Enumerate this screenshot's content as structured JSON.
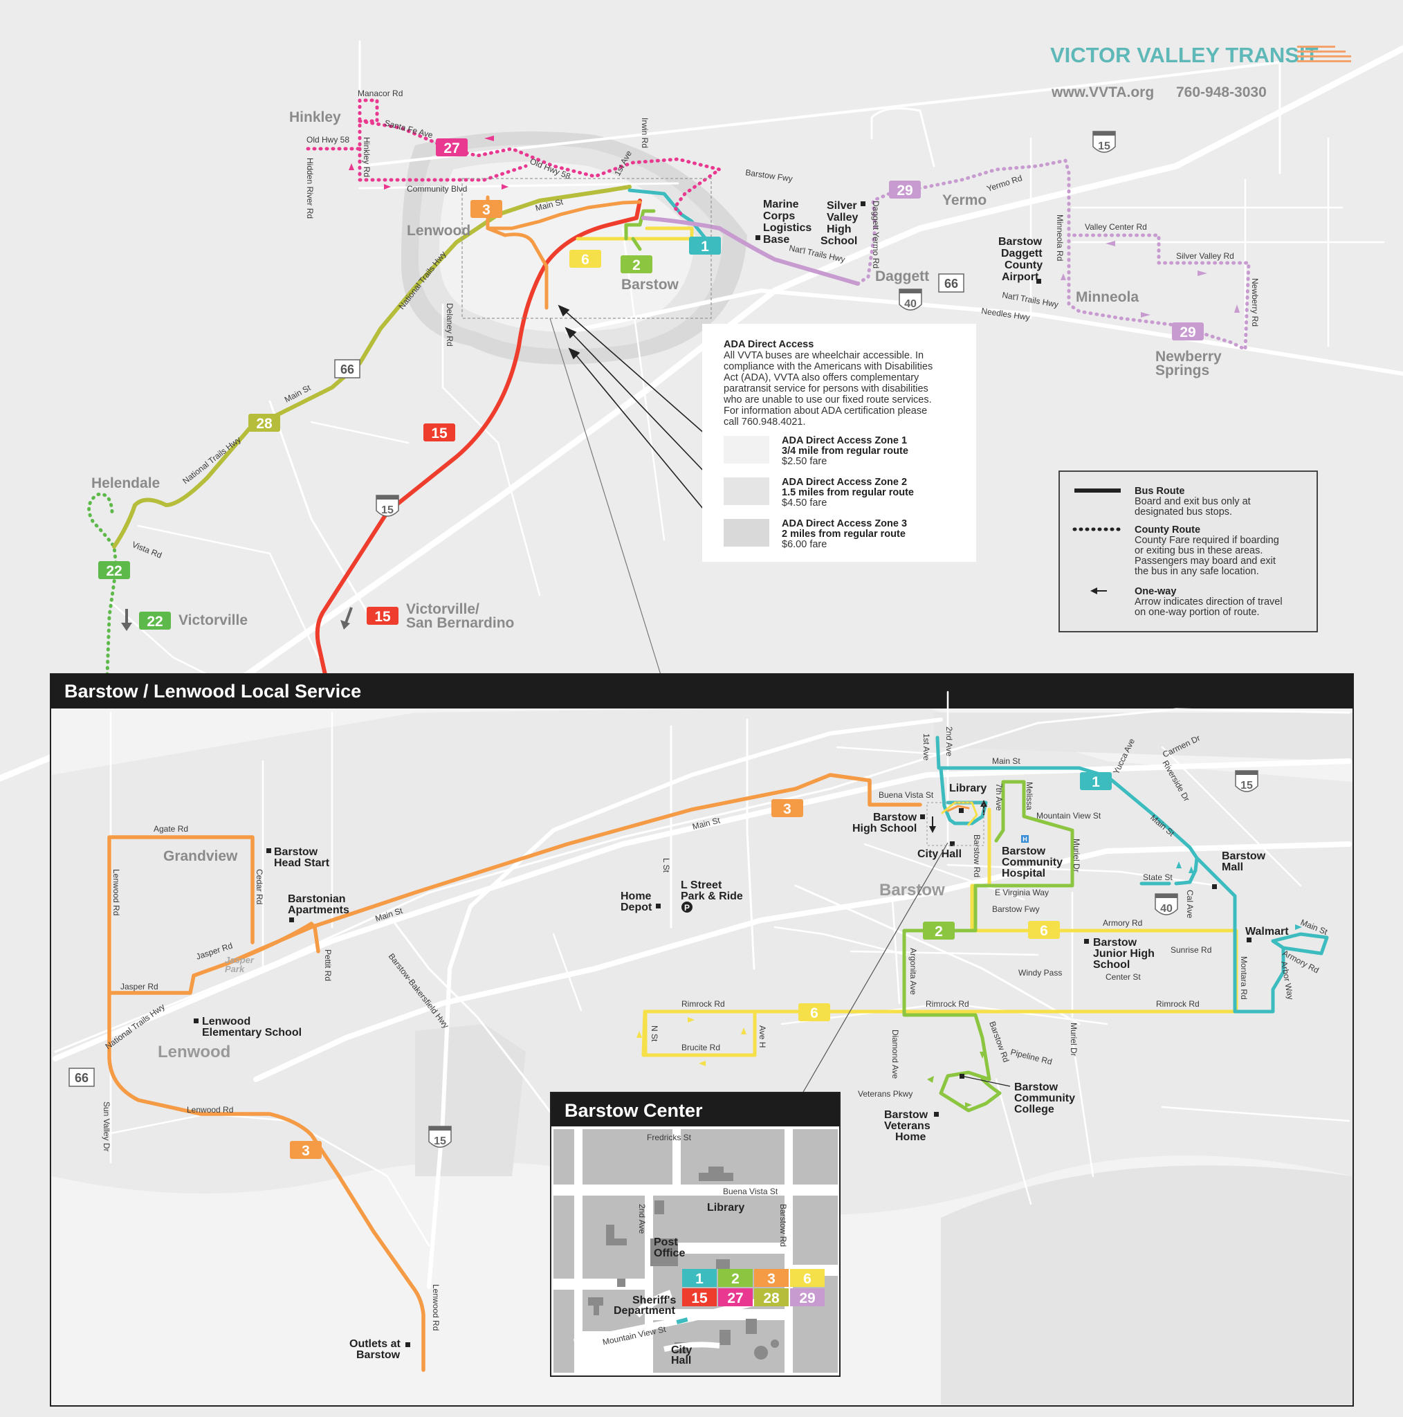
{
  "brand": {
    "name": "VICTOR VALLEY TRANSIT",
    "website": "www.VVTA.org",
    "phone": "760-948-3030",
    "brand_color": "#5fb8b8",
    "accent_color": "#f4a26b"
  },
  "route_colors": {
    "1": "#3cbcbf",
    "2": "#8cc540",
    "3": "#f59a45",
    "6": "#f5e04a",
    "15": "#ee3d2c",
    "22": "#5db94a",
    "27": "#e8388f",
    "28": "#b5bd3a",
    "29": "#c79bd0"
  },
  "region": {
    "towns": {
      "hinkley": "Hinkley",
      "lenwood": "Lenwood",
      "barstow": "Barstow",
      "yermo": "Yermo",
      "daggett": "Daggett",
      "minneola": "Minneola",
      "newberry1": "Newberry",
      "newberry2": "Springs",
      "helendale": "Helendale"
    },
    "roads": {
      "manacor": "Manacor Rd",
      "santa_fe": "Santa Fe Ave",
      "old_hwy_58_a": "Old Hwy 58",
      "old_hwy_58_b": "Old Hwy 58",
      "hidden_river": "Hidden River Rd",
      "hinkley_rd": "Hinkley Rd",
      "community_blvd": "Community Blvd",
      "irwin": "Irwin Rd",
      "first_ave": "1st Ave",
      "barstow_fwy": "Barstow Fwy",
      "main_st": "Main St",
      "national_trails_1": "National Trails Hwy",
      "delaney": "Delaney Rd",
      "main_st_2": "Main St",
      "national_trails_2": "National Trails Hwy",
      "vista": "Vista Rd",
      "natl_trails_3": "Nat'l Trails Hwy",
      "natl_trails_4": "Nat'l Trails Hwy",
      "needles": "Needles Hwy",
      "daggett_yermo": "Daggett Yermo Rd",
      "yermo_rd": "Yermo Rd",
      "minneola_rd": "Minneola Rd",
      "valley_center": "Valley Center Rd",
      "silver_valley": "Silver Valley Rd",
      "newberry_rd": "Newberry Rd"
    },
    "places": {
      "marine": [
        "Marine",
        "Corps",
        "Logistics",
        "Base"
      ],
      "silver_valley_hs": [
        "Silver",
        "Valley",
        "High",
        "School"
      ],
      "airport": [
        "Barstow",
        "Daggett",
        "County",
        "Airport"
      ]
    },
    "shields": {
      "i15a": "15",
      "i15b": "15",
      "i40": "40",
      "us66a": "66",
      "us66b": "66"
    },
    "destinations": {
      "victorville": "Victorville",
      "vb1": "Victorville/",
      "vb2": "San Bernardino"
    }
  },
  "ada": {
    "title": "ADA Direct Access",
    "body": [
      "All VVTA buses are wheelchair accessible. In",
      "compliance with the Americans with Disabilities",
      "Act (ADA), VVTA also offers complementary",
      "paratransit service for persons with disabilities",
      "who are unable to use our fixed route services.",
      "For information about ADA certification please",
      "call 760.948.4021."
    ],
    "zones": [
      {
        "title": "ADA Direct Access Zone 1",
        "distance": "3/4 mile from regular route",
        "fare": "$2.50 fare",
        "color": "#f2f2f2"
      },
      {
        "title": "ADA Direct Access Zone 2",
        "distance": "1.5 miles from regular route",
        "fare": "$4.50 fare",
        "color": "#e5e5e5"
      },
      {
        "title": "ADA Direct Access Zone 3",
        "distance": "2 miles from regular route",
        "fare": "$6.00 fare",
        "color": "#d9d9d9"
      }
    ]
  },
  "legend": {
    "bus_route": {
      "title": "Bus Route",
      "lines": [
        "Board and exit bus only at",
        "designated bus stops."
      ]
    },
    "county_route": {
      "title": "County Route",
      "lines": [
        "County Fare required if boarding",
        "or exiting bus in these areas.",
        "Passengers may board and exit",
        "the bus in any safe location."
      ]
    },
    "one_way": {
      "title": "One-way",
      "lines": [
        "Arrow indicates direction of travel",
        "on one-way portion of route."
      ]
    }
  },
  "local": {
    "title": "Barstow / Lenwood Local Service",
    "towns": {
      "grandview": "Grandview",
      "lenwood": "Lenwood",
      "barstow": "Barstow",
      "jasper_park1": "Jasper",
      "jasper_park2": "Park"
    },
    "roads": {
      "agate": "Agate Rd",
      "lenwood_rd": "Lenwood Rd",
      "cedar": "Cedar Rd",
      "jasper_a": "Jasper Rd",
      "jasper_b": "Jasper Rd",
      "main_a": "Main St",
      "main_b": "Main St",
      "pettit": "Pettit Rd",
      "natl_trails": "National Trails Hwy",
      "sun_valley": "Sun Valley Dr",
      "lenwood_rd_2": "Lenwood Rd",
      "lenwood_rd_3": "Lenwood Rd",
      "barstow_bakersfield": "Barstow-Bakersfield Hwy",
      "l_st": "L St",
      "first_ave": "1st Ave",
      "second_ave": "2nd Ave",
      "main_c": "Main St",
      "yucca": "Yucca Ave",
      "carmen": "Carmen Dr",
      "riverside": "Riverside Dr",
      "buena_vista": "Buena Vista St",
      "seventh": "7th Ave",
      "melissa": "Melissa",
      "mountain_view": "Mountain View St",
      "main_d": "Main St",
      "barstow_rd": "Barstow Rd",
      "muriel": "Muriel Dr",
      "e_virginia": "E Virginia Way",
      "state_st": "State St",
      "cal_ave": "Cal Ave",
      "barstow_fwy": "Barstow Fwy",
      "armory": "Armory Rd",
      "sunrise": "Sunrise Rd",
      "windy": "Windy Pass",
      "center": "Center St",
      "main_e": "Main St",
      "armory_2": "Armory Rd",
      "arbor": "Arbor Way",
      "montara": "Montara Rd",
      "argonita": "Argonita Ave",
      "rimrock_a": "Rimrock Rd",
      "rimrock_b": "Rimrock Rd",
      "rimrock_c": "Rimrock Rd",
      "n_st": "N St",
      "ave_h": "Ave H",
      "brucite": "Brucite Rd",
      "diamond": "Diamond Ave",
      "barstow_rd_2": "Barstow Rd",
      "muriel_2": "Muriel Dr",
      "pipeline": "Pipeline Rd",
      "veterans": "Veterans Pkwy"
    },
    "places": {
      "head_start": [
        "Barstow",
        "Head Start"
      ],
      "barstonian": [
        "Barstonian",
        "Apartments"
      ],
      "lenwood_es": [
        "Lenwood",
        "Elementary School"
      ],
      "home_depot": [
        "Home",
        "Depot"
      ],
      "l_street": [
        "L Street",
        "Park & Ride"
      ],
      "barstow_hs": [
        "Barstow",
        "High School"
      ],
      "library": [
        "Library"
      ],
      "city_hall": [
        "City Hall"
      ],
      "hospital": [
        "Barstow",
        "Community",
        "Hospital"
      ],
      "mall": [
        "Barstow",
        "Mall"
      ],
      "walmart": [
        "Walmart"
      ],
      "junior_high": [
        "Barstow",
        "Junior High",
        "School"
      ],
      "college": [
        "Barstow",
        "Community",
        "College"
      ],
      "veterans_home": [
        "Barstow",
        "Veterans",
        "Home"
      ],
      "outlets": [
        "Outlets at",
        "Barstow"
      ]
    },
    "shields": {
      "i15a": "15",
      "i15b": "15",
      "i40": "40",
      "us66": "66"
    }
  },
  "center": {
    "title": "Barstow Center",
    "streets": {
      "fredricks": "Fredricks St",
      "buena_vista": "Buena Vista St",
      "second": "2nd Ave",
      "barstow_rd": "Barstow Rd",
      "mountain_view": "Mountain View St"
    },
    "places": {
      "library": "Library",
      "post1": "Post",
      "post2": "Office",
      "sheriff1": "Sheriff's",
      "sheriff2": "Department",
      "city1": "City",
      "city2": "Hall"
    },
    "badges": [
      "1",
      "2",
      "3",
      "6",
      "15",
      "27",
      "28",
      "29"
    ]
  },
  "route_badges": {
    "r27": "27",
    "r3": "3",
    "r6": "6",
    "r2": "2",
    "r1": "1",
    "r29a": "29",
    "r29b": "29",
    "r28": "28",
    "r15": "15",
    "r22a": "22",
    "r22b": "22",
    "r15b": "15",
    "l3a": "3",
    "l3b": "3",
    "l1": "1",
    "l2": "2",
    "l6a": "6",
    "l6b": "6"
  }
}
